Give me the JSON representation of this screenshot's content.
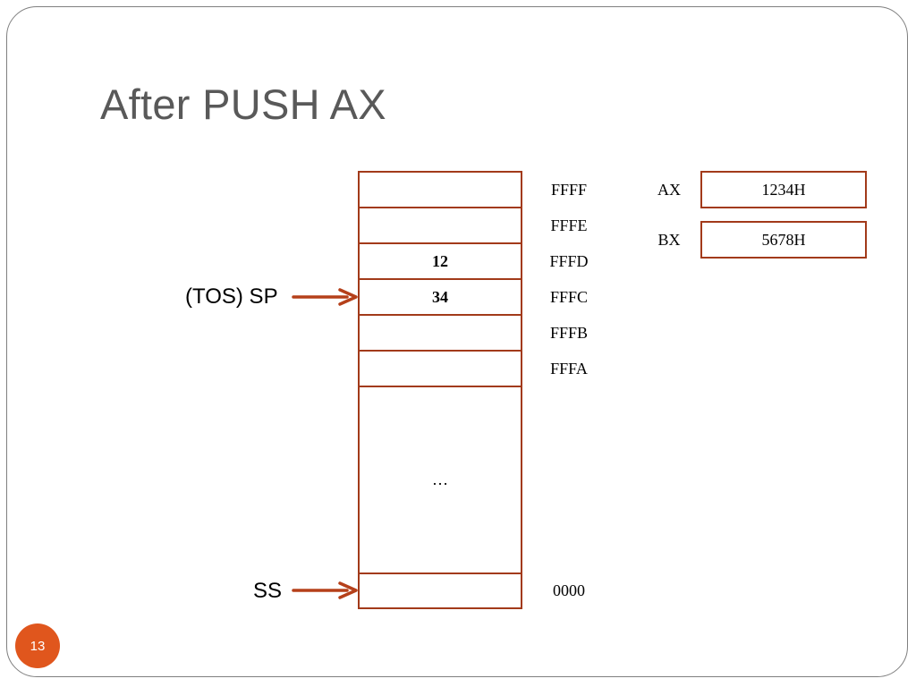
{
  "slide": {
    "title": "After PUSH AX",
    "page_number": "13"
  },
  "stack": {
    "cells": [
      {
        "address": "FFFF",
        "value": ""
      },
      {
        "address": "FFFE",
        "value": ""
      },
      {
        "address": "FFFD",
        "value": "12"
      },
      {
        "address": "FFFC",
        "value": "34"
      },
      {
        "address": "FFFB",
        "value": ""
      },
      {
        "address": "FFFA",
        "value": ""
      }
    ],
    "ellipsis": "…",
    "bottom_cell": {
      "address": "0000",
      "value": ""
    }
  },
  "registers": [
    {
      "name": "AX",
      "value": "1234H"
    },
    {
      "name": "BX",
      "value": "5678H"
    }
  ],
  "pointers": {
    "sp_label": "(TOS) SP",
    "ss_label": "SS"
  },
  "colors": {
    "cell_border": "#a23a1a",
    "arrow": "#b5401a",
    "title": "#595959",
    "page_badge": "#e0561d"
  }
}
